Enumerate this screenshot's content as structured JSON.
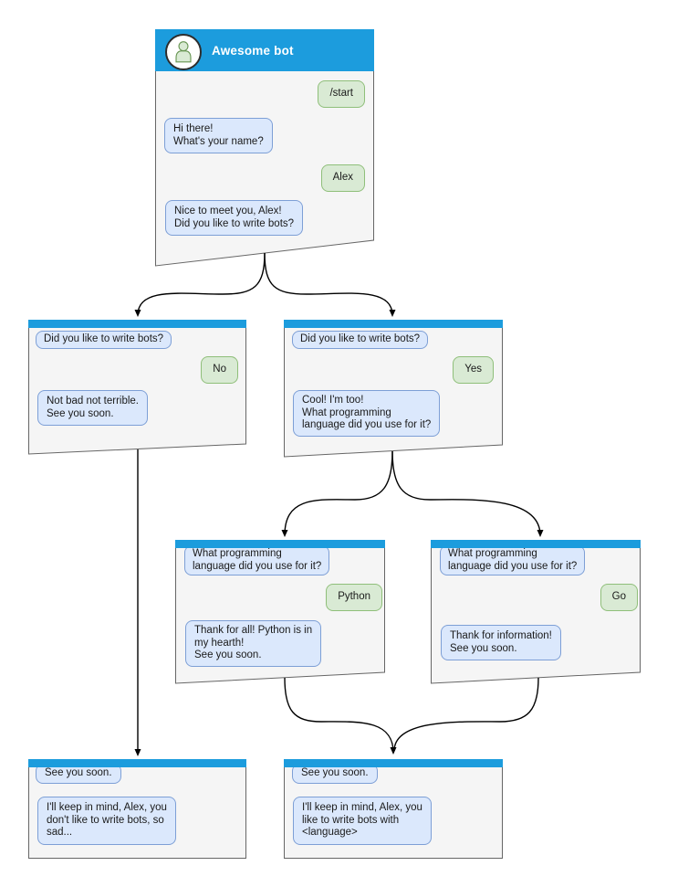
{
  "colors": {
    "header_blue": "#1c9cdd",
    "bot_bubble_fill": "#dbe8fc",
    "bot_bubble_border": "#7d9fd6",
    "user_bubble_fill": "#d9ead4",
    "user_bubble_border": "#8fbf7a",
    "node_fill": "#f5f5f5",
    "node_border": "#666666",
    "edge_color": "#000000"
  },
  "nodes": {
    "root": {
      "title": "Awesome bot",
      "avatar": "person-icon",
      "messages": [
        {
          "from": "user",
          "text": "/start"
        },
        {
          "from": "bot",
          "text": "Hi there!\nWhat's your name?"
        },
        {
          "from": "user",
          "text": "Alex"
        },
        {
          "from": "bot",
          "text": "Nice to meet you, Alex!\nDid you like to write bots?"
        }
      ]
    },
    "branch_no": {
      "messages": [
        {
          "from": "bot",
          "text": "Did you like to write bots?"
        },
        {
          "from": "user",
          "text": "No"
        },
        {
          "from": "bot",
          "text": "Not bad not terrible.\nSee you soon."
        }
      ]
    },
    "branch_yes": {
      "messages": [
        {
          "from": "bot",
          "text": "Did you like to write bots?"
        },
        {
          "from": "user",
          "text": "Yes"
        },
        {
          "from": "bot",
          "text": "Cool! I'm too!\nWhat programming\nlanguage did you use for it?"
        }
      ]
    },
    "branch_python": {
      "messages": [
        {
          "from": "bot",
          "text": "What programming\nlanguage did you use for it?"
        },
        {
          "from": "user",
          "text": "Python"
        },
        {
          "from": "bot",
          "text": "Thank for all! Python is in\nmy hearth!\nSee you soon."
        }
      ]
    },
    "branch_go": {
      "messages": [
        {
          "from": "bot",
          "text": "What programming\nlanguage did you use for it?"
        },
        {
          "from": "user",
          "text": "Go"
        },
        {
          "from": "bot",
          "text": "Thank for information!\nSee you soon."
        }
      ]
    },
    "end_no": {
      "messages": [
        {
          "from": "bot",
          "text": "See you soon."
        },
        {
          "from": "bot",
          "text": "I'll keep in mind, Alex, you\ndon't like to write bots, so\nsad..."
        }
      ]
    },
    "end_yes": {
      "messages": [
        {
          "from": "bot",
          "text": "See you soon."
        },
        {
          "from": "bot",
          "text": "I'll keep in mind, Alex, you\nlike to write bots with\n<language>"
        }
      ]
    }
  },
  "edges": [
    {
      "from": "root",
      "to": "branch_no"
    },
    {
      "from": "root",
      "to": "branch_yes"
    },
    {
      "from": "branch_yes",
      "to": "branch_python"
    },
    {
      "from": "branch_yes",
      "to": "branch_go"
    },
    {
      "from": "branch_no",
      "to": "end_no"
    },
    {
      "from": "branch_python",
      "to": "end_yes"
    },
    {
      "from": "branch_go",
      "to": "end_yes"
    }
  ]
}
